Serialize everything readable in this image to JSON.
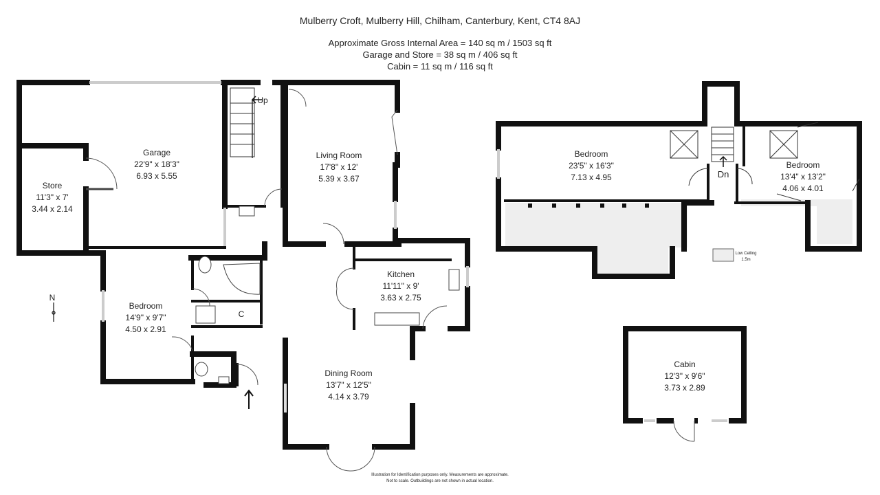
{
  "header": {
    "address": "Mulberry Croft, Mulberry Hill, Chilham, Canterbury, Kent, CT4 8AJ",
    "areas": [
      "Approximate Gross Internal Area =  140 sq m / 1503 sq ft",
      "Garage and Store = 38 sq m / 406 sq ft",
      "Cabin = 11 sq m / 116 sq ft"
    ]
  },
  "rooms": {
    "garage": {
      "name": "Garage",
      "imperial": "22'9\" x 18'3\"",
      "metric": "6.93 x 5.55"
    },
    "store": {
      "name": "Store",
      "imperial": "11'3\" x 7'",
      "metric": "3.44 x 2.14"
    },
    "living": {
      "name": "Living Room",
      "imperial": "17'8\" x 12'",
      "metric": "5.39 x 3.67"
    },
    "kitchen": {
      "name": "Kitchen",
      "imperial": "11'11\" x 9'",
      "metric": "3.63 x 2.75"
    },
    "bedroom_ground": {
      "name": "Bedroom",
      "imperial": "14'9\" x 9'7\"",
      "metric": "4.50 x 2.91"
    },
    "dining": {
      "name": "Dining Room",
      "imperial": "13'7\" x 12'5\"",
      "metric": "4.14 x 3.79"
    },
    "bedroom_first_1": {
      "name": "Bedroom",
      "imperial": "23'5\" x 16'3\"",
      "metric": "7.13 x 4.95"
    },
    "bedroom_first_2": {
      "name": "Bedroom",
      "imperial": "13'4\" x 13'2\"",
      "metric": "4.06 x 4.01"
    },
    "cabin": {
      "name": "Cabin",
      "imperial": "12'3\" x 9'6\"",
      "metric": "3.73 x 2.89"
    }
  },
  "labels": {
    "up": "Up",
    "down": "Dn",
    "cupboard": "C",
    "north": "N"
  },
  "legend": {
    "low_ceiling": "Low Ceiling",
    "low_ceiling_height": "1.5m"
  },
  "footer": {
    "line1": "Illustration for Identification purposes only.  Measurements are approximate.",
    "line2": "Not to scale.  Outbuildings are not shown in actual location."
  },
  "colors": {
    "wall": "#111111",
    "low_ceiling": "#eeeeee",
    "window": "#dddddd"
  }
}
